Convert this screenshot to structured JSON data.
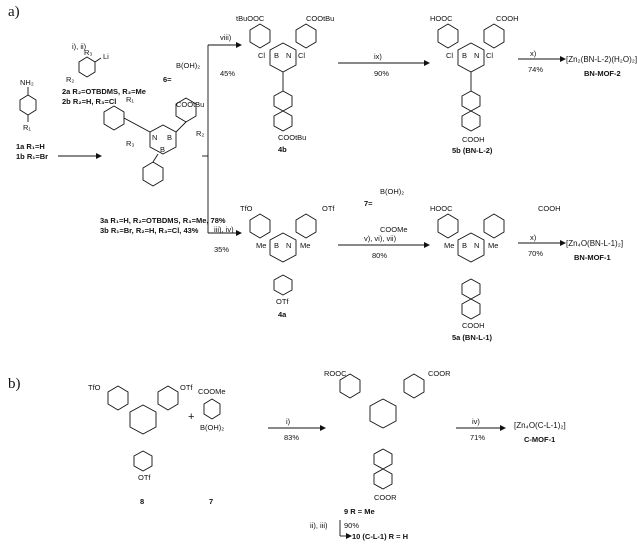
{
  "panels": {
    "a": "a)",
    "b": "b)"
  },
  "compounds": {
    "aniline_label": "NH₂",
    "aniline_r": "R₁",
    "c1a": "1a R₁=H",
    "c1b": "1b R₁=Br",
    "reagents_i_ii": "i), ii)",
    "c2_li": "Li",
    "c2_r3": "R₃",
    "c2_r2": "R₂",
    "c2a": "2a R₂=OTBDMS, R₃=Me",
    "c2b": "2b R₂=H, R₃=Cl",
    "c3a": "3a R₁=H, R₂=OTBDMS, R₃=Me, 78%",
    "c3b": "3b R₁=Br, R₂=H, R₃=Cl, 43%",
    "c4a": "4a",
    "c4b": "4b",
    "c5a": "5a (BN-L-1)",
    "c5b": "5b (BN-L-2)",
    "c6": "6=",
    "c7": "7=",
    "c7_bottom": "7",
    "c8": "8",
    "c9": "9 R = Me",
    "c10": "10 (C-L-1) R = H",
    "boronic": "B(OH)₂",
    "cootbu": "COOtBu",
    "coome": "COOMe",
    "cooh": "COOH",
    "tbuooc": "tBuOOC",
    "hooc": "HOOC",
    "tfo": "TfO",
    "otf": "OTf",
    "rooc": "ROOC",
    "coor": "COOR",
    "plus": "+"
  },
  "atoms": {
    "B": "B",
    "N": "N",
    "Cl": "Cl",
    "Me": "Me",
    "R1": "R₁",
    "R2": "R₂",
    "R3": "R₃"
  },
  "steps": {
    "viii": "viii)",
    "viii_yield": "45%",
    "ix": "ix)",
    "ix_yield": "90%",
    "x_top": "x)",
    "x_top_yield": "74%",
    "iii_iv": "iii), iv)",
    "iii_iv_yield": "35%",
    "v_vi_vii": "v), vi), vii)",
    "v_vi_vii_yield": "80%",
    "x_mid": "x)",
    "x_mid_yield": "70%",
    "b_i": "i)",
    "b_i_yield": "83%",
    "b_iv": "iv)",
    "b_iv_yield": "71%",
    "b_ii_iii": "ii), iii)",
    "b_ii_iii_yield": "90%"
  },
  "products": {
    "bn_mof_2_formula": "[Zn₂(BN-L-2)(H₂O)₂]",
    "bn_mof_2": "BN-MOF-2",
    "bn_mof_1_formula": "[Zn₄O(BN-L-1)₂]",
    "bn_mof_1": "BN-MOF-1",
    "c_mof_1_formula": "[Zn₄O(C-L-1)₂]",
    "c_mof_1": "C-MOF-1"
  }
}
